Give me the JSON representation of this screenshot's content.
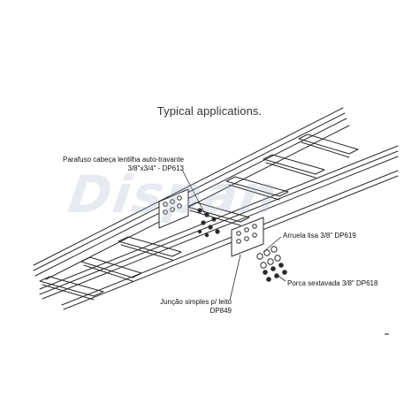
{
  "title": "Typical applications.",
  "watermark": "Dispan",
  "labels": {
    "screw_line1": "Parafuso cabeça lentilha auto-travante",
    "screw_line2": "3/8\"x3/4\" - DP613",
    "washer": "Arruela lisa 3/8\" DP619",
    "nut": "Porca sextavada 3/8\" DP618",
    "splice_line1": "Junção simples p/ leito",
    "splice_line2": "DP849"
  },
  "colors": {
    "line": "#2a2a2a",
    "watermark": "#aab4c8"
  }
}
